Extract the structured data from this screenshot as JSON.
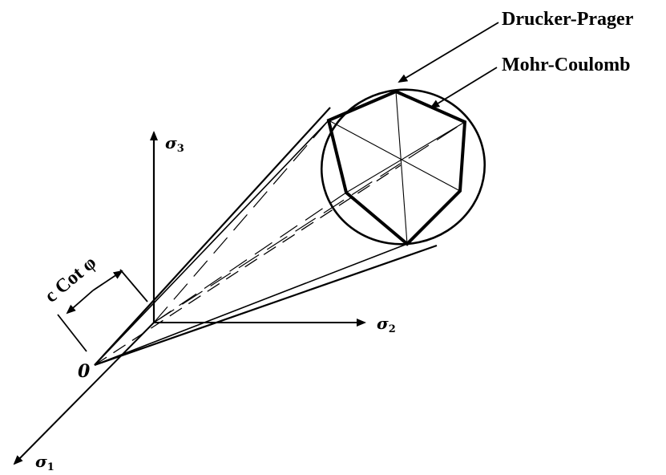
{
  "labels": {
    "drucker_prager": "Drucker-Prager",
    "mohr_coulomb": "Mohr-Coulomb",
    "c_cot_phi": "c Cot φ",
    "origin": "0",
    "sigma": "σ",
    "sigma1_sub": "1",
    "sigma2_sub": "2",
    "sigma3_sub": "3"
  }
}
